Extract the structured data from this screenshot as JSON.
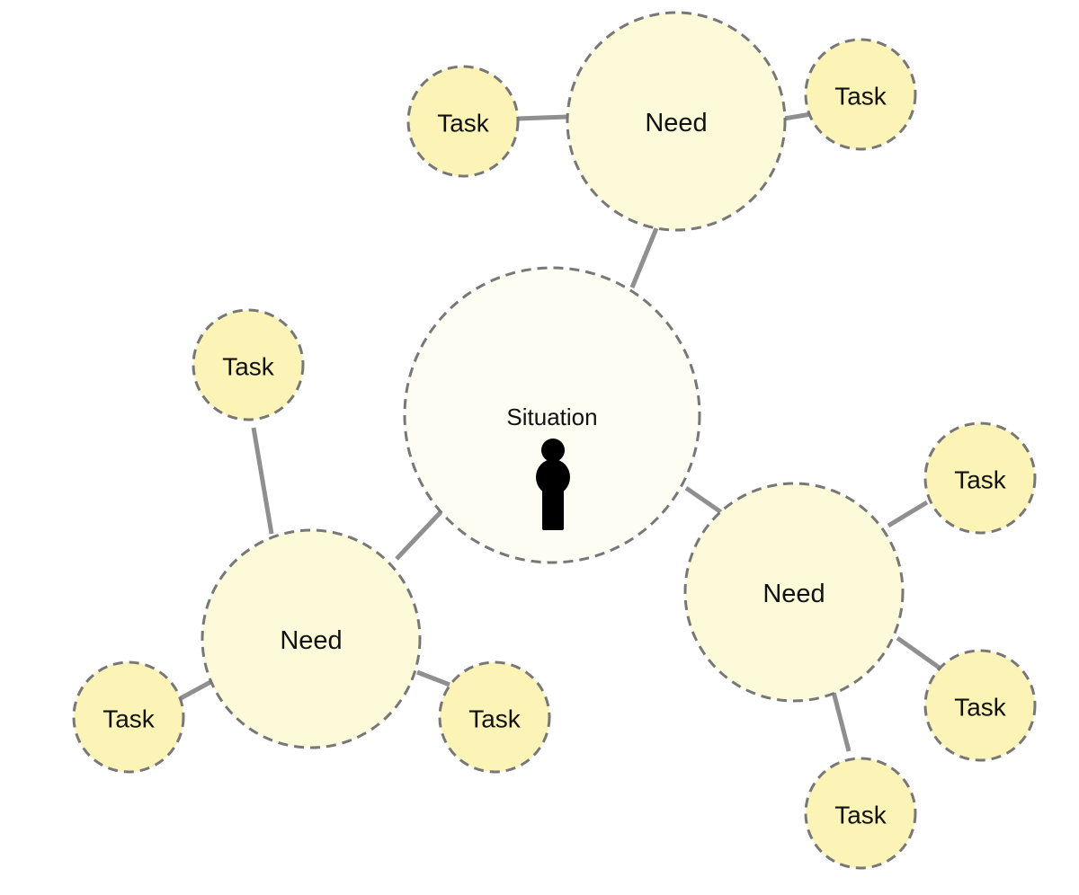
{
  "situation": {
    "label": "Situation",
    "icon": "person-icon"
  },
  "needs": [
    {
      "id": "need-top",
      "label": "Need",
      "tasks": [
        {
          "id": "task-top-left",
          "label": "Task"
        },
        {
          "id": "task-top-right",
          "label": "Task"
        }
      ]
    },
    {
      "id": "need-left",
      "label": "Need",
      "tasks": [
        {
          "id": "task-left-top",
          "label": "Task"
        },
        {
          "id": "task-left-bottom-left",
          "label": "Task"
        },
        {
          "id": "task-left-bottom-right",
          "label": "Task"
        }
      ]
    },
    {
      "id": "need-right",
      "label": "Need",
      "tasks": [
        {
          "id": "task-right-top",
          "label": "Task"
        },
        {
          "id": "task-right-middle",
          "label": "Task"
        },
        {
          "id": "task-right-bottom",
          "label": "Task"
        }
      ]
    }
  ],
  "colors": {
    "task_fill": "#fcf4b6",
    "need_fill": "#fdfad9",
    "situation_fill": "#fdfdf3",
    "outline": "#777777",
    "connector": "#8f8f8f",
    "icon": "#000000"
  }
}
